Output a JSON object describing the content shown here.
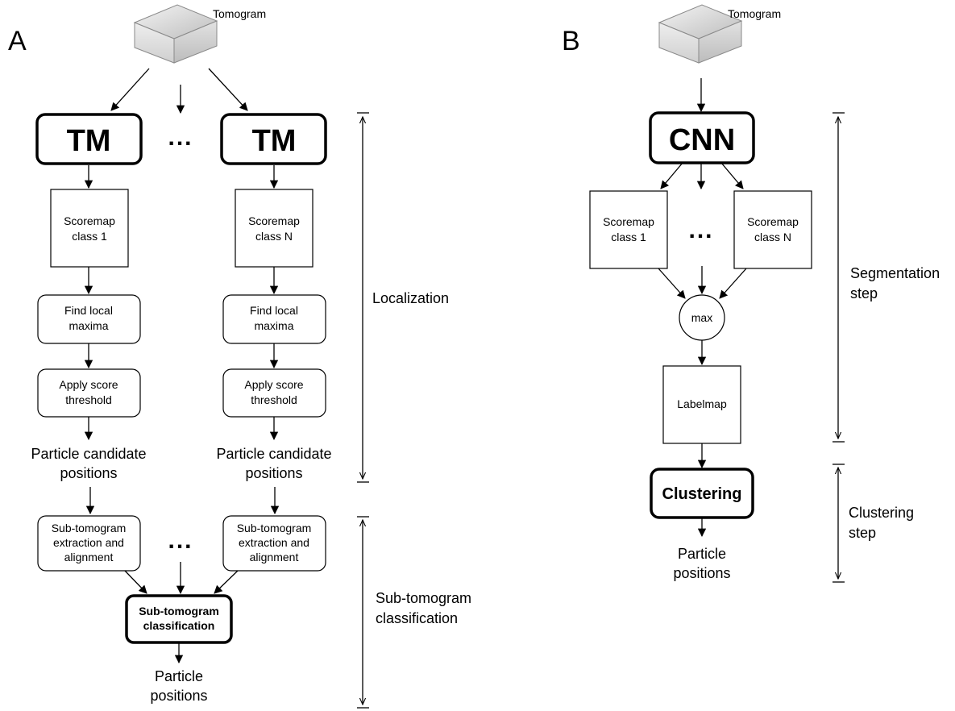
{
  "panel_a": {
    "label": "A",
    "tomogram_label": "Tomogram",
    "tm_label": "TM",
    "dots": "...",
    "scoremap_left": [
      "Scoremap",
      "class 1"
    ],
    "scoremap_right": [
      "Scoremap",
      "class N"
    ],
    "find_local": [
      "Find local",
      "maxima"
    ],
    "apply_threshold": [
      "Apply score",
      "threshold"
    ],
    "candidates": [
      "Particle candidate",
      "positions"
    ],
    "subtomo_extract": [
      "Sub-tomogram",
      "extraction and",
      "alignment"
    ],
    "subtomo_class": [
      "Sub-tomogram",
      "classification"
    ],
    "positions": [
      "Particle",
      "positions"
    ],
    "range_localization": [
      "Localization"
    ],
    "range_subtomo": [
      "Sub-tomogram",
      "classification"
    ]
  },
  "panel_b": {
    "label": "B",
    "tomogram_label": "Tomogram",
    "cnn_label": "CNN",
    "dots": "...",
    "scoremap_left": [
      "Scoremap",
      "class 1"
    ],
    "scoremap_right": [
      "Scoremap",
      "class N"
    ],
    "max_label": "max",
    "labelmap": "Labelmap",
    "clustering": "Clustering",
    "positions": [
      "Particle",
      "positions"
    ],
    "range_segmentation": [
      "Segmentation",
      "step"
    ],
    "range_clustering": [
      "Clustering",
      "step"
    ]
  }
}
